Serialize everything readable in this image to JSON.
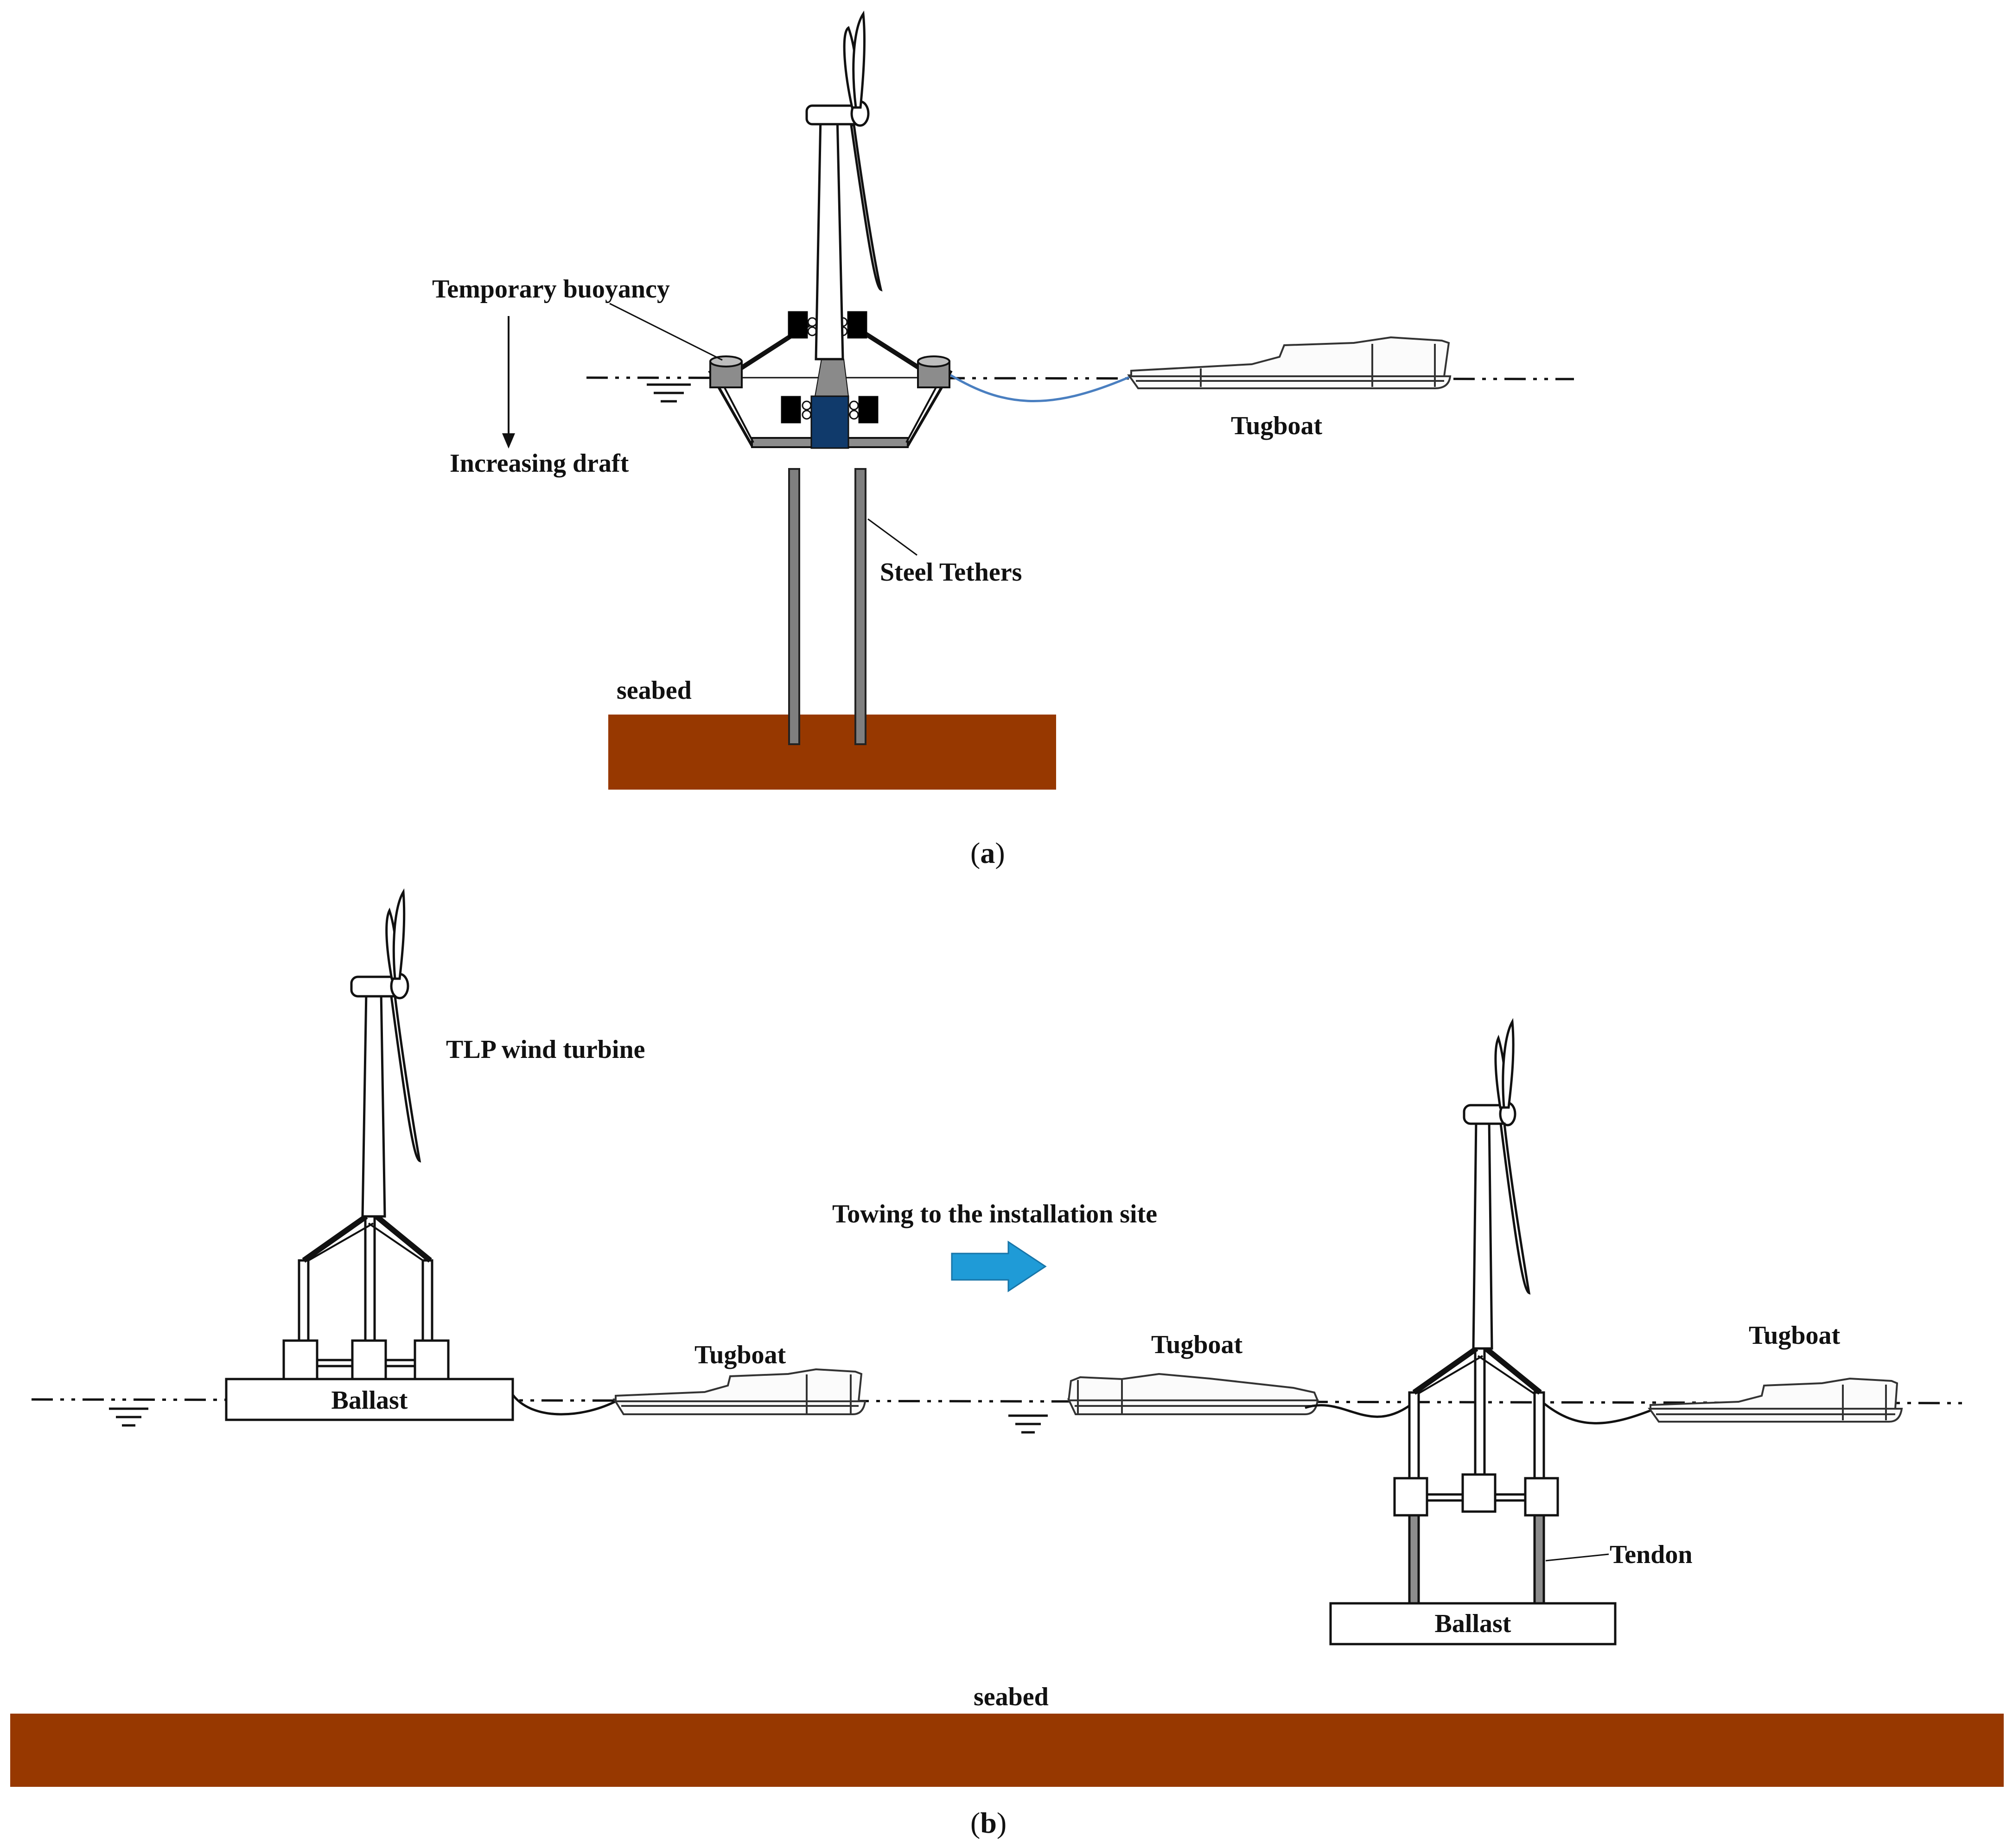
{
  "panel_a": {
    "label_temporary_buoyancy": "Temporary buoyancy",
    "label_increasing_draft": "Increasing draft",
    "label_tugboat": "Tugboat",
    "label_steel_tethers": "Steel Tethers",
    "label_seabed": "seabed",
    "caption_open": "(",
    "caption_letter": "a",
    "caption_close": ")"
  },
  "panel_b": {
    "label_tlp_wind_turbine": "TLP wind turbine",
    "label_ballast_left": "Ballast",
    "label_tugboat_left": "Tugboat",
    "label_towing": "Towing to the installation site",
    "label_tugboat_middle": "Tugboat",
    "label_tugboat_right": "Tugboat",
    "label_tendon": "Tendon",
    "label_ballast_right": "Ballast",
    "label_seabed": "seabed",
    "caption_open": "(",
    "caption_letter": "b",
    "caption_close": ")"
  },
  "colors": {
    "seabed": "#973800",
    "arrow": "#1f9bd7",
    "ballast_column": "#103a6b",
    "tether": "#7f7f7f",
    "line": "#111111"
  }
}
